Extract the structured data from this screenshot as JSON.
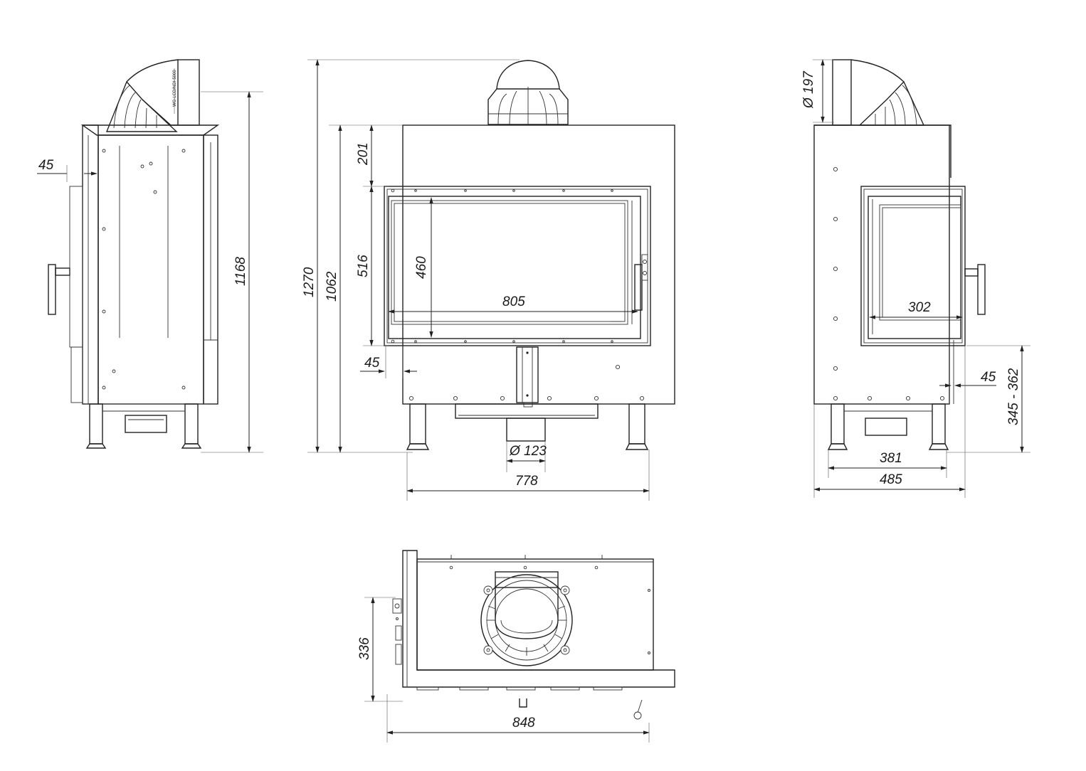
{
  "dimensions": {
    "side_left_offset": "45",
    "side_height": "1168",
    "total_height": "1270",
    "body_height": "1062",
    "top_section": "201",
    "opening_height": "516",
    "glass_height": "460",
    "glass_width": "805",
    "front_offset": "45",
    "outlet_diameter": "Ø 123",
    "front_width": "778",
    "flue_diameter": "Ø 197",
    "side_glass_width": "302",
    "right_offset": "45",
    "floor_to_opening": "345 - 362",
    "side_width_inner": "381",
    "side_width": "485",
    "top_depth": "336",
    "top_width": "848"
  },
  "labels": {
    "pipe_marking": "WG-LCD/NDI-5000"
  }
}
